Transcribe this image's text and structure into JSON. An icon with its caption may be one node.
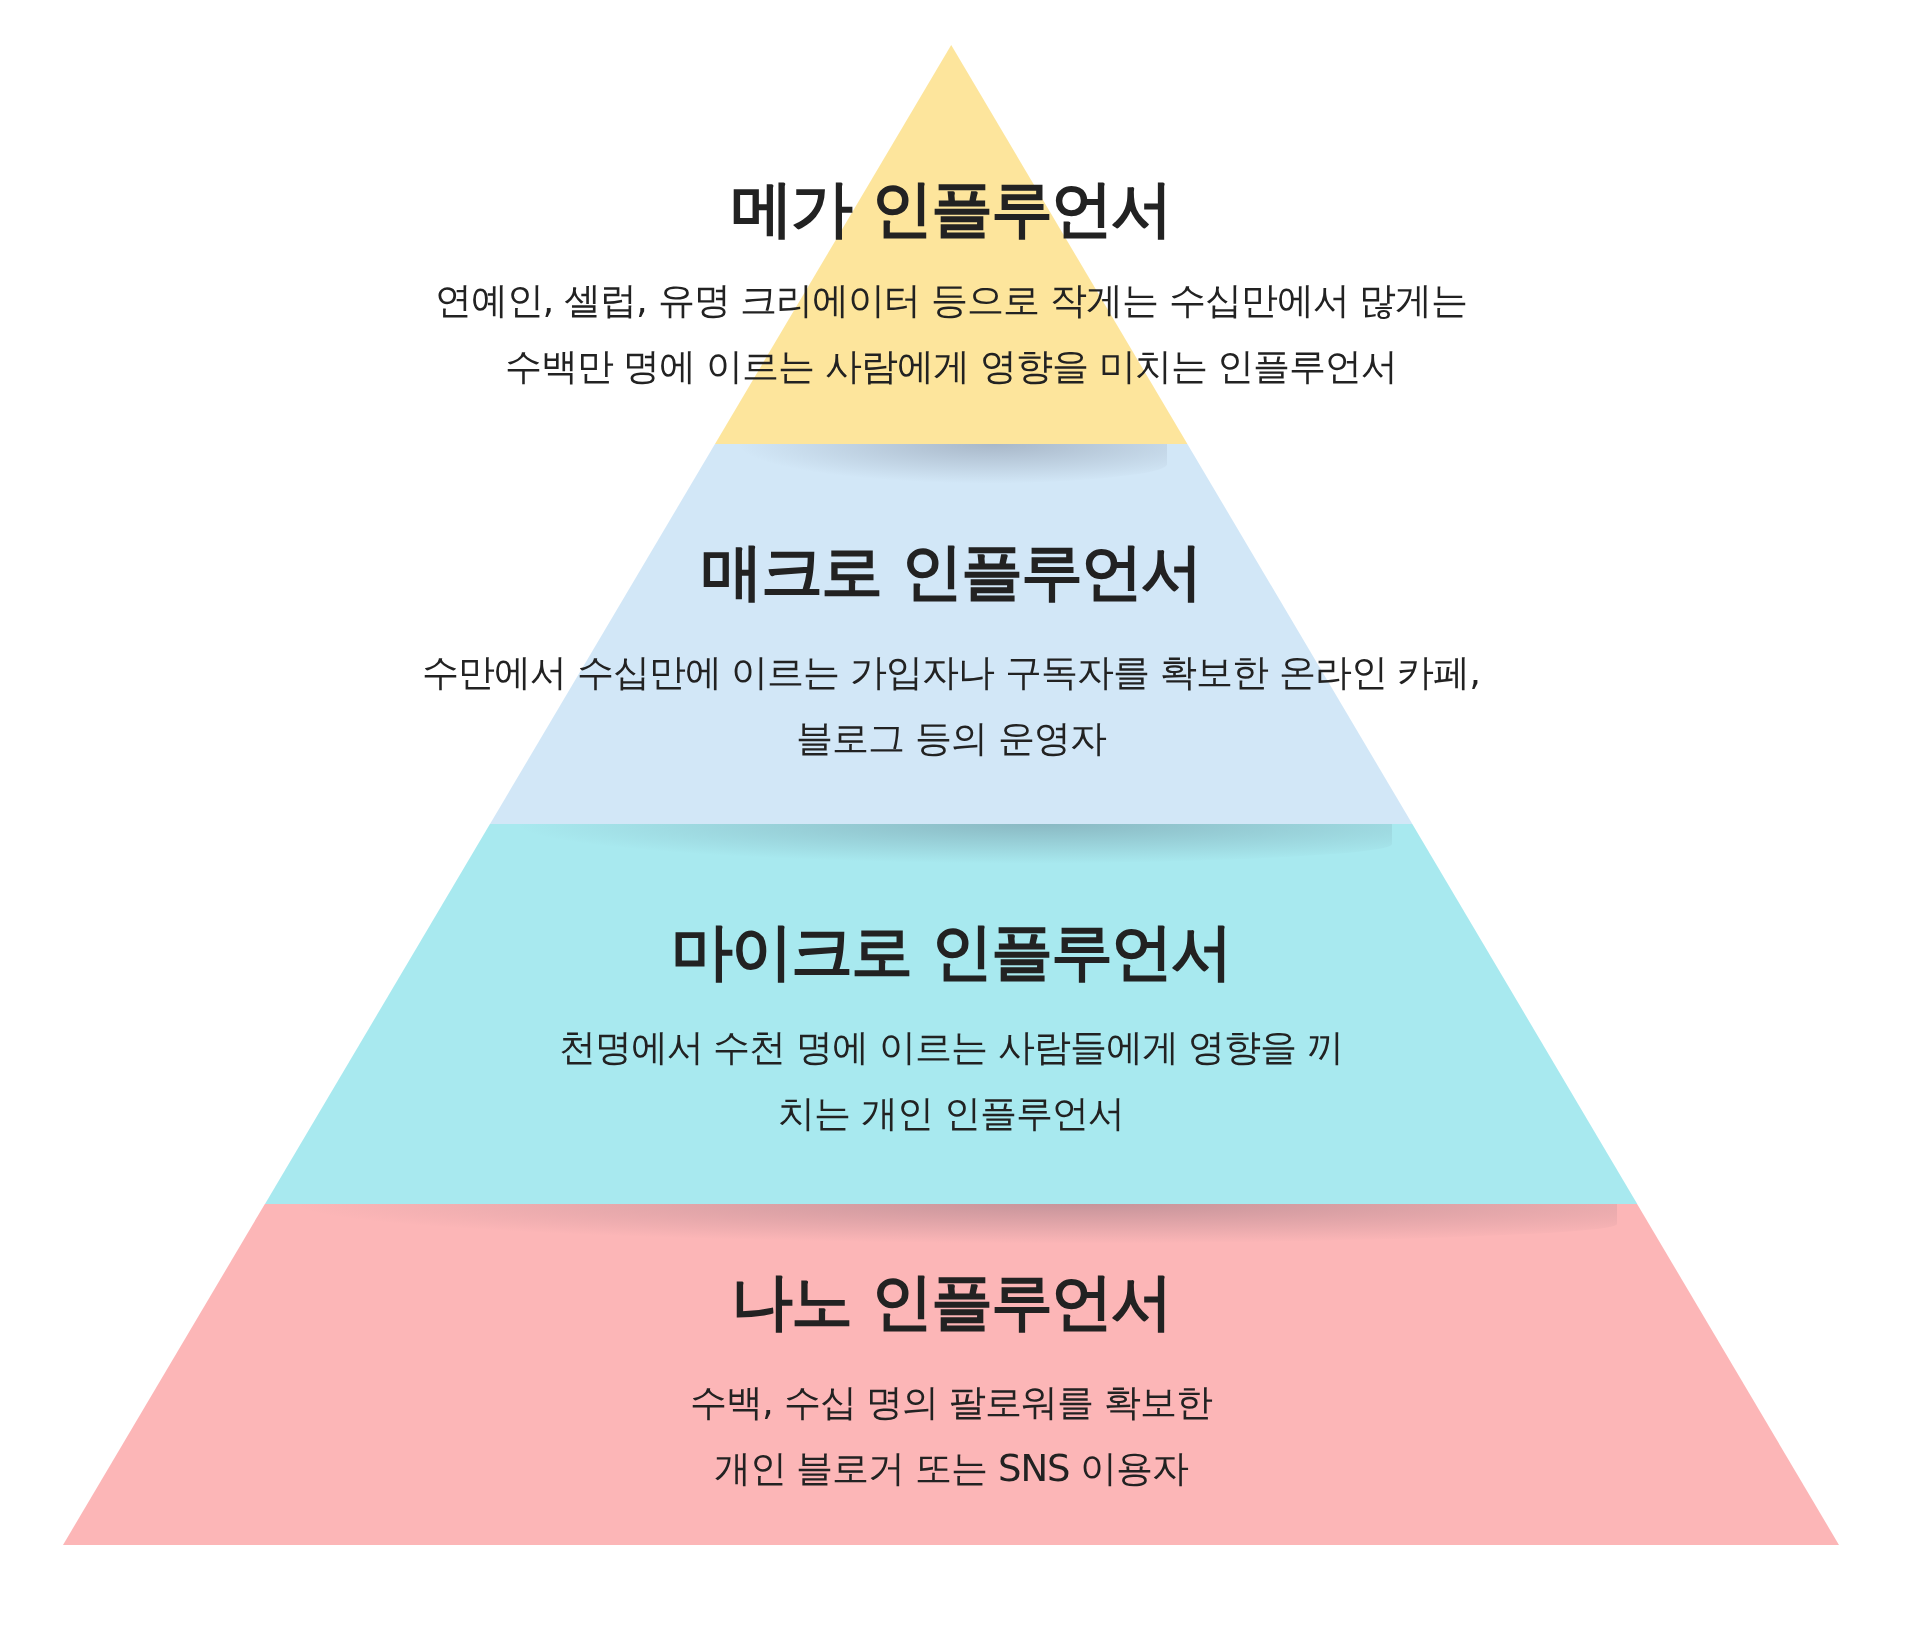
{
  "diagram": {
    "nodes": [
      {
        "text": [
          "메가 인플루언서",
          "연예인, 셀럽, 유명 크리에이터 등으로 작게는 수십만에서 많게는 수백만 명에 이르는 사람에게 영향을 미치는 인플루언서"
        ]
      },
      {
        "text": [
          "매크로 인플루언서",
          "수만에서 수십만에 이르는 가입자나 구독자를 확보한 온라인 카페, 블로그 등의 운영자"
        ]
      },
      {
        "text": [
          "마이크로 인플루언서",
          "천명에서 수천 명에 이르는 사람들에게 영향을 끼치는 개인 인플루언서"
        ]
      },
      {
        "text": [
          "나노 인플루언서",
          "수백, 수십 명의 팔로워를 확보한 개인 블로거 또는 SNS 이용자"
        ]
      }
    ]
  }
}
